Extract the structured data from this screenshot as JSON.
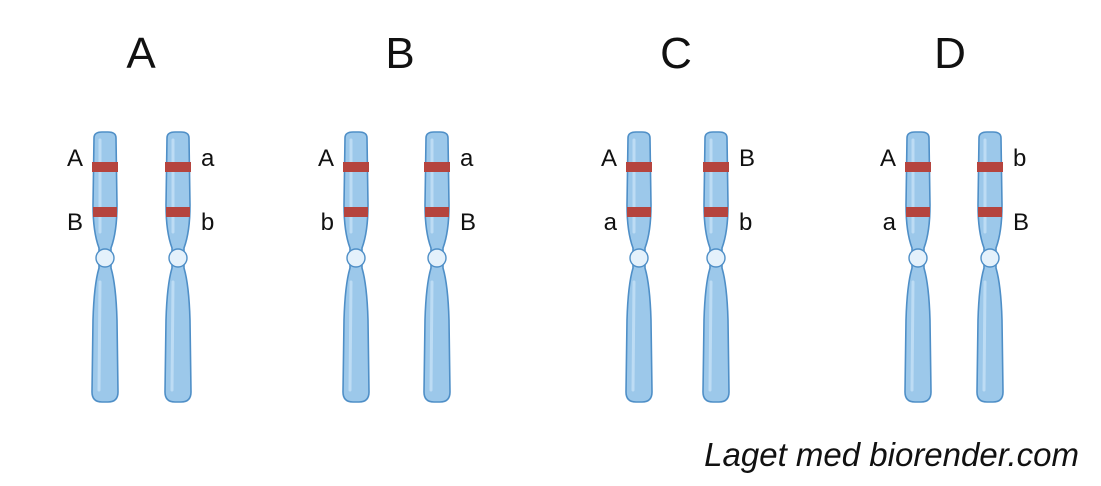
{
  "panels": [
    {
      "title": "A",
      "chromosomes": [
        {
          "top_allele": "A",
          "bottom_allele": "B"
        },
        {
          "top_allele": "a",
          "bottom_allele": "b"
        }
      ]
    },
    {
      "title": "B",
      "chromosomes": [
        {
          "top_allele": "A",
          "bottom_allele": "b"
        },
        {
          "top_allele": "a",
          "bottom_allele": "B"
        }
      ]
    },
    {
      "title": "C",
      "chromosomes": [
        {
          "top_allele": "A",
          "bottom_allele": "a"
        },
        {
          "top_allele": "B",
          "bottom_allele": "b"
        }
      ]
    },
    {
      "title": "D",
      "chromosomes": [
        {
          "top_allele": "A",
          "bottom_allele": "a"
        },
        {
          "top_allele": "b",
          "bottom_allele": "B"
        }
      ]
    }
  ],
  "credit": "Laget med biorender.com",
  "colors": {
    "chromosome_fill": "#9cc8ea",
    "chromosome_stroke": "#4f8fc7",
    "chromosome_highlight": "#c6e1f6",
    "band": "#b5443e",
    "centromere": "#e4f1fb"
  }
}
